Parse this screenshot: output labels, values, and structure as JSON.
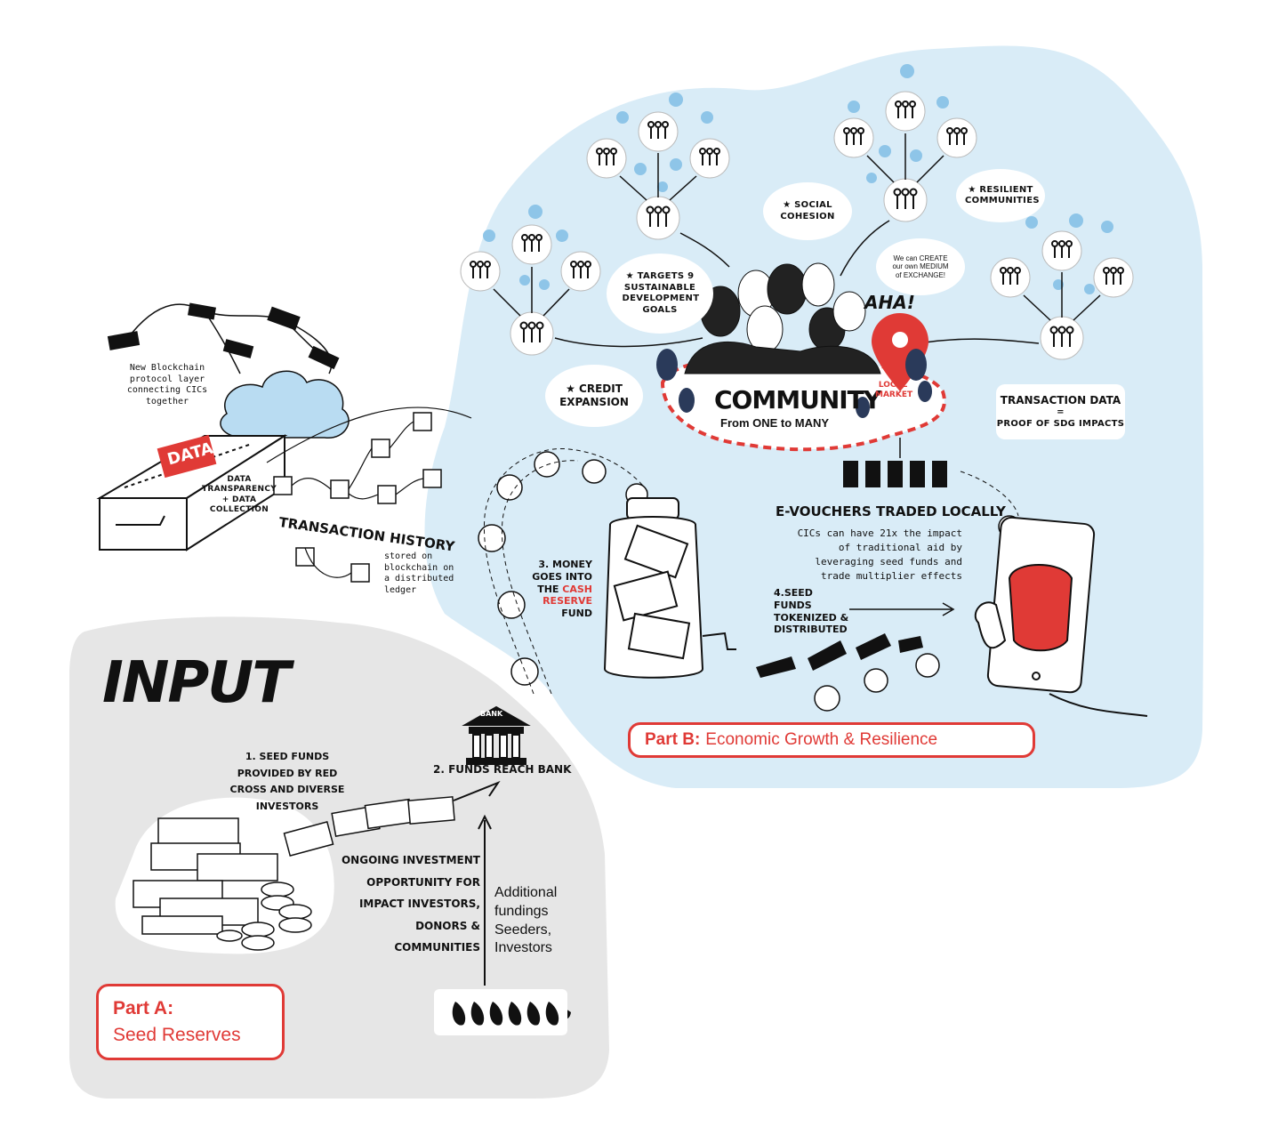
{
  "diagram": {
    "part_a": {
      "heading": "INPUT",
      "label_prefix": "Part A:",
      "label_title": "Seed Reserves",
      "step1": "1. Seed funds provided by Red Cross and diverse investors",
      "step2": "2. Funds reach bank",
      "bank_sign": "BANK",
      "ongoing": "Ongoing investment opportunity for impact investors, donors & communities",
      "additional": "Additional fundings Seeders, Investors"
    },
    "blockchain": {
      "protocol_note": "New Blockchain protocol layer connecting CICs together",
      "data_tag": "DATA",
      "data_note": "Data transparency + data collection",
      "history_title": "Transaction History",
      "history_note": "stored on blockchain on a distributed ledger"
    },
    "part_b": {
      "label_prefix": "Part B:",
      "label_title": "Economic Growth & Resilience",
      "step3_a": "3. Money goes into the",
      "step3_highlight": "Cash Reserve",
      "step3_b": "fund",
      "step4": "4.Seed funds tokenized & distributed",
      "evouchers_title": "E-Vouchers traded locally",
      "evouchers_desc": "CICs can have 21x the impact of traditional aid by leveraging seed funds and trade multiplier effects",
      "community_title": "COMMUNITY",
      "community_sub": "From ONE to MANY",
      "local_market": "Local Market",
      "aha": "AHA!",
      "speech": "We can CREATE our own MEDIUM of EXCHANGE!",
      "benefit_credit": "★ Credit Expansion",
      "benefit_sdg": "★ Targets 9 Sustainable Development Goals",
      "benefit_social": "★ Social Cohesion",
      "benefit_resilient": "★ Resilient Communities",
      "transaction_data_1": "Transaction Data",
      "transaction_data_eq": "=",
      "transaction_data_2": "Proof of SDG Impacts"
    }
  },
  "colors": {
    "accent_red": "#e03a36",
    "part_b_bg": "#d9ecf7",
    "part_a_bg": "#e6e6e6",
    "ink": "#111111",
    "tree_blue": "#8ec5e8"
  }
}
